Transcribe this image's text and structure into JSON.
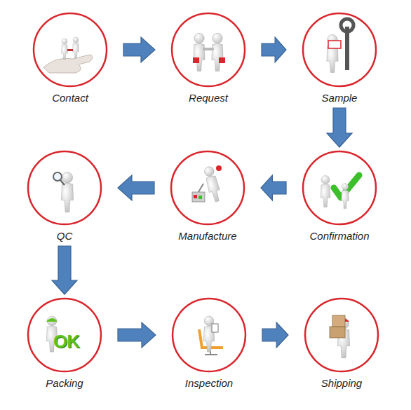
{
  "diagram": {
    "nodes": [
      {
        "text": [
          "Contact"
        ]
      },
      {
        "text": [
          "Request"
        ]
      },
      {
        "text": [
          "Sample"
        ]
      },
      {
        "text": [
          "Confirmation"
        ]
      },
      {
        "text": [
          "Manufacture"
        ]
      },
      {
        "text": [
          "QC"
        ]
      },
      {
        "text": [
          "Packing"
        ]
      },
      {
        "text": [
          "Inspection"
        ]
      },
      {
        "text": [
          "Shipping"
        ]
      }
    ],
    "edges": [
      {
        "from": 0,
        "to": 1,
        "arrow": "to"
      },
      {
        "from": 1,
        "to": 2,
        "arrow": "to"
      },
      {
        "from": 2,
        "to": 3,
        "arrow": "to"
      },
      {
        "from": 3,
        "to": 4,
        "arrow": "to"
      },
      {
        "from": 4,
        "to": 5,
        "arrow": "to"
      },
      {
        "from": 5,
        "to": 6,
        "arrow": "to"
      },
      {
        "from": 6,
        "to": 7,
        "arrow": "to"
      },
      {
        "from": 7,
        "to": 8,
        "arrow": "to"
      }
    ],
    "labels": [
      "OK"
    ]
  }
}
